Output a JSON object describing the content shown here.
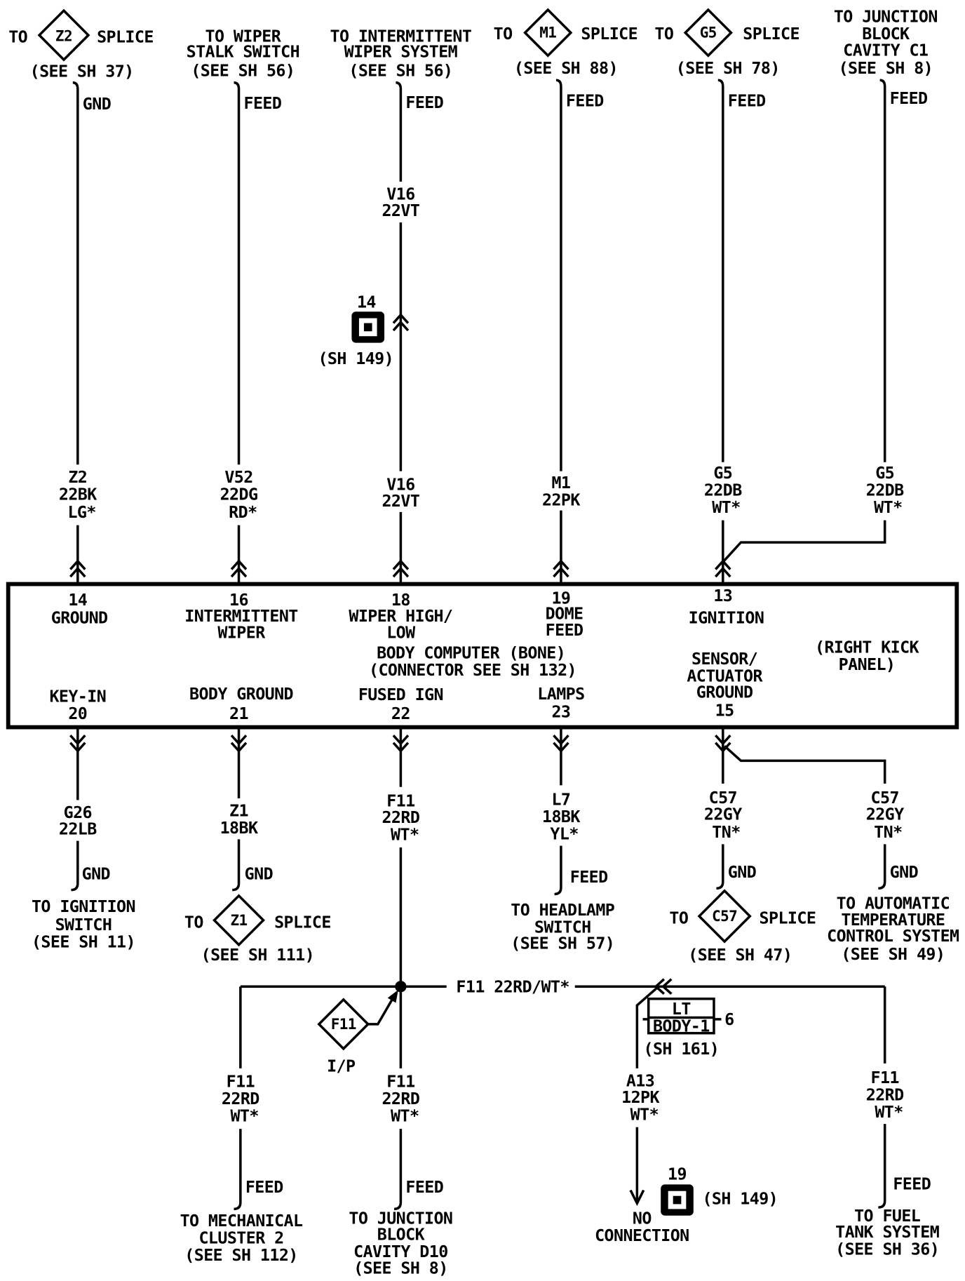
{
  "top": [
    {
      "prefix": "TO",
      "splice_id": "Z2",
      "suffix": "SPLICE",
      "ref": "(SEE SH 37)",
      "line_type": "GND",
      "circuit": "Z2",
      "gauge_color": "22BK",
      "tracer": "LG*"
    },
    {
      "dest": [
        "TO WIPER",
        "STALK SWITCH"
      ],
      "ref": "(SEE SH 56)",
      "line_type": "FEED",
      "circuit": "V52",
      "gauge_color": "22DG",
      "tracer": "RD*"
    },
    {
      "dest": [
        "TO INTERMITTENT",
        "WIPER SYSTEM"
      ],
      "ref": "(SEE SH 56)",
      "line_type": "FEED",
      "upper_circuit": "V16",
      "upper_gauge_color": "22VT",
      "inline_connector": {
        "pin": "14",
        "ref": "(SH 149)"
      },
      "circuit": "V16",
      "gauge_color": "22VT"
    },
    {
      "prefix": "TO",
      "splice_id": "M1",
      "suffix": "SPLICE",
      "ref": "(SEE SH 88)",
      "line_type": "FEED",
      "circuit": "M1",
      "gauge_color": "22PK"
    },
    {
      "prefix": "TO",
      "splice_id": "G5",
      "suffix": "SPLICE",
      "ref": "(SEE SH 78)",
      "line_type": "FEED",
      "circuit": "G5",
      "gauge_color": "22DB",
      "tracer": "WT*"
    },
    {
      "dest": [
        "TO JUNCTION",
        "BLOCK",
        "CAVITY C1"
      ],
      "ref": "(SEE SH 8)",
      "line_type": "FEED",
      "circuit": "G5",
      "gauge_color": "22DB",
      "tracer": "WT*"
    }
  ],
  "module": {
    "title": "BODY COMPUTER (BONE)",
    "connector_ref": "(CONNECTOR SEE SH 132)",
    "location": [
      "(RIGHT KICK",
      "PANEL)"
    ],
    "top_pins": [
      {
        "pin": "14",
        "name": [
          "GROUND"
        ]
      },
      {
        "pin": "16",
        "name": [
          "INTERMITTENT",
          "WIPER"
        ]
      },
      {
        "pin": "18",
        "name": [
          "WIPER HIGH/",
          "LOW"
        ]
      },
      {
        "pin": "19",
        "name": [
          "DOME",
          "FEED"
        ]
      },
      {
        "pin": "13",
        "name": [
          "IGNITION"
        ]
      }
    ],
    "bottom_pins": [
      {
        "pin": "20",
        "name": [
          "KEY-IN"
        ]
      },
      {
        "pin": "21",
        "name": [
          "BODY GROUND"
        ]
      },
      {
        "pin": "22",
        "name": [
          "FUSED IGN"
        ]
      },
      {
        "pin": "23",
        "name": [
          "LAMPS"
        ]
      },
      {
        "pin": "15",
        "name": [
          "SENSOR/",
          "ACTUATOR",
          "GROUND"
        ]
      }
    ]
  },
  "bottom": [
    {
      "circuit": "G26",
      "gauge_color": "22LB",
      "line_type": "GND",
      "dest": [
        "TO IGNITION",
        "SWITCH"
      ],
      "ref": "(SEE SH 11)"
    },
    {
      "circuit": "Z1",
      "gauge_color": "18BK",
      "line_type": "GND",
      "prefix": "TO",
      "splice_id": "Z1",
      "suffix": "SPLICE",
      "ref": "(SEE SH 111)"
    },
    {
      "circuit": "F11",
      "gauge_color": "22RD",
      "tracer": "WT*"
    },
    {
      "circuit": "L7",
      "gauge_color": "18BK",
      "tracer": "YL*",
      "line_type": "FEED",
      "dest": [
        "TO HEADLAMP",
        "SWITCH"
      ],
      "ref": "(SEE SH 57)"
    },
    {
      "circuit": "C57",
      "gauge_color": "22GY",
      "tracer": "TN*",
      "line_type": "GND",
      "prefix": "TO",
      "splice_id": "C57",
      "suffix": "SPLICE",
      "ref": "(SEE SH 47)"
    },
    {
      "circuit": "C57",
      "gauge_color": "22GY",
      "tracer": "TN*",
      "line_type": "GND",
      "dest": [
        "TO AUTOMATIC",
        "TEMPERATURE",
        "CONTROL SYSTEM"
      ],
      "ref": "(SEE SH 49)"
    }
  ],
  "bus": {
    "label": "F11 22RD/WT*",
    "splice_id": "F11",
    "splice_location": "I/P",
    "branches": [
      {
        "circuit": "F11",
        "gauge_color": "22RD",
        "tracer": "WT*",
        "line_type": "FEED",
        "dest": [
          "TO MECHANICAL",
          "CLUSTER 2"
        ],
        "ref": "(SEE SH 112)"
      },
      {
        "circuit": "F11",
        "gauge_color": "22RD",
        "tracer": "WT*",
        "line_type": "FEED",
        "dest": [
          "TO JUNCTION",
          "BLOCK",
          "CAVITY D10"
        ],
        "ref": "(SEE SH 8)"
      },
      {
        "circuit": "A13",
        "gauge_color": "12PK",
        "tracer": "WT*",
        "component": {
          "name": [
            "LT",
            "BODY-1"
          ],
          "pin": "6",
          "ref": "(SH 161)"
        },
        "dest": [
          "NO",
          "CONNECTION"
        ],
        "inline_connector": {
          "pin": "19",
          "ref": "(SH 149)"
        }
      },
      {
        "circuit": "F11",
        "gauge_color": "22RD",
        "tracer": "WT*",
        "line_type": "FEED",
        "dest": [
          "TO FUEL",
          "TANK SYSTEM"
        ],
        "ref": "(SEE SH 36)"
      }
    ]
  }
}
